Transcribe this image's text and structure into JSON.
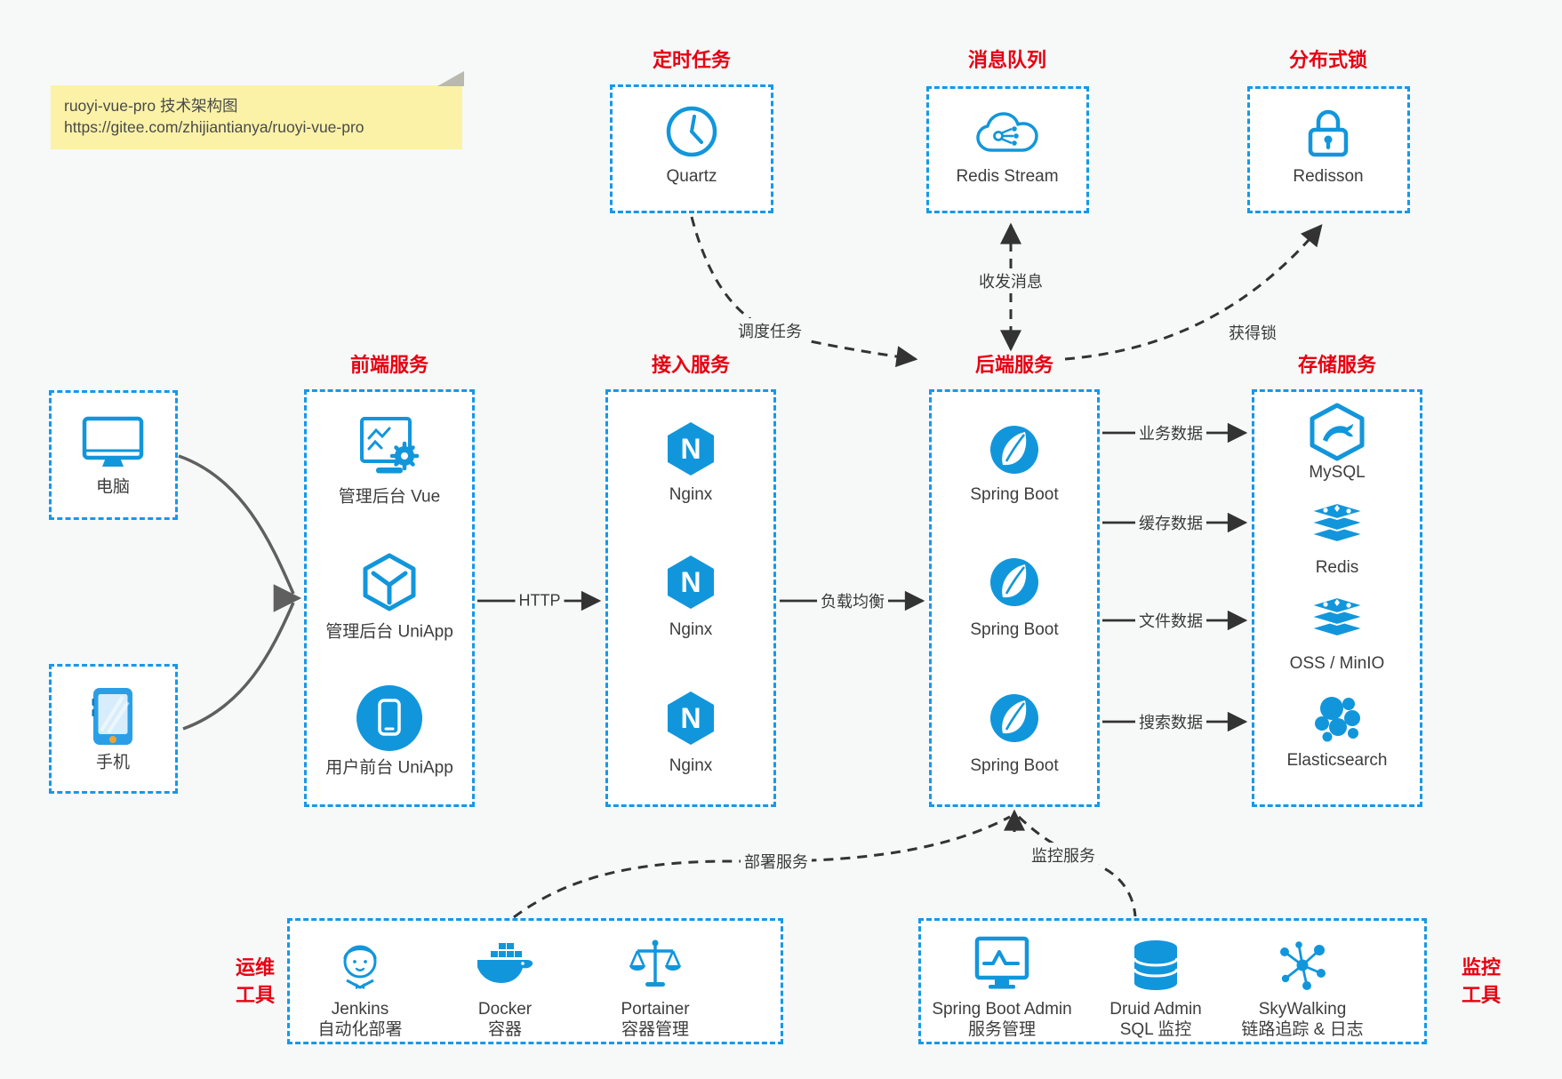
{
  "note": {
    "line1": "ruoyi-vue-pro 技术架构图",
    "line2": "https://gitee.com/zhijiantianya/ruoyi-vue-pro"
  },
  "top_services": [
    {
      "title": "定时任务",
      "label": "Quartz",
      "icon": "clock-icon"
    },
    {
      "title": "消息队列",
      "label": "Redis Stream",
      "icon": "cloud-mq-icon"
    },
    {
      "title": "分布式锁",
      "label": "Redisson",
      "icon": "lock-icon"
    }
  ],
  "clients": [
    {
      "label": "电脑",
      "icon": "desktop-icon"
    },
    {
      "label": "手机",
      "icon": "phone-icon"
    }
  ],
  "columns": {
    "frontend": {
      "title": "前端服务",
      "items": [
        "管理后台 Vue",
        "管理后台 UniApp",
        "用户前台 UniApp"
      ]
    },
    "gateway": {
      "title": "接入服务",
      "items": [
        "Nginx",
        "Nginx",
        "Nginx"
      ]
    },
    "backend": {
      "title": "后端服务",
      "items": [
        "Spring Boot",
        "Spring Boot",
        "Spring Boot"
      ]
    },
    "storage": {
      "title": "存储服务",
      "items": [
        "MySQL",
        "Redis",
        "OSS / MinIO",
        "Elasticsearch"
      ]
    }
  },
  "ops": {
    "side_label": [
      "运维",
      "工具"
    ],
    "items": [
      {
        "name": "Jenkins",
        "desc": "自动化部署"
      },
      {
        "name": "Docker",
        "desc": "容器"
      },
      {
        "name": "Portainer",
        "desc": "容器管理"
      }
    ]
  },
  "monitoring": {
    "side_label": [
      "监控",
      "工具"
    ],
    "items": [
      {
        "name": "Spring Boot Admin",
        "desc": "服务管理"
      },
      {
        "name": "Druid Admin",
        "desc": "SQL 监控"
      },
      {
        "name": "SkyWalking",
        "desc": "链路追踪 & 日志"
      }
    ]
  },
  "edges": {
    "http": "HTTP",
    "load_balance": "负载均衡",
    "schedule": "调度任务",
    "messaging": "收发消息",
    "lock": "获得锁",
    "business_data": "业务数据",
    "cache_data": "缓存数据",
    "file_data": "文件数据",
    "search_data": "搜索数据",
    "deploy": "部署服务",
    "monitor": "监控服务"
  },
  "colors": {
    "accent_blue": "#1296db",
    "dashed_border_blue": "#1698e8",
    "title_red": "#e60012",
    "connector_dark": "#333333",
    "client_connector_gray": "#666666",
    "note_bg": "#fbf2a7",
    "page_bg": "#f7f8f8",
    "phone_button_orange": "#f0a431"
  }
}
